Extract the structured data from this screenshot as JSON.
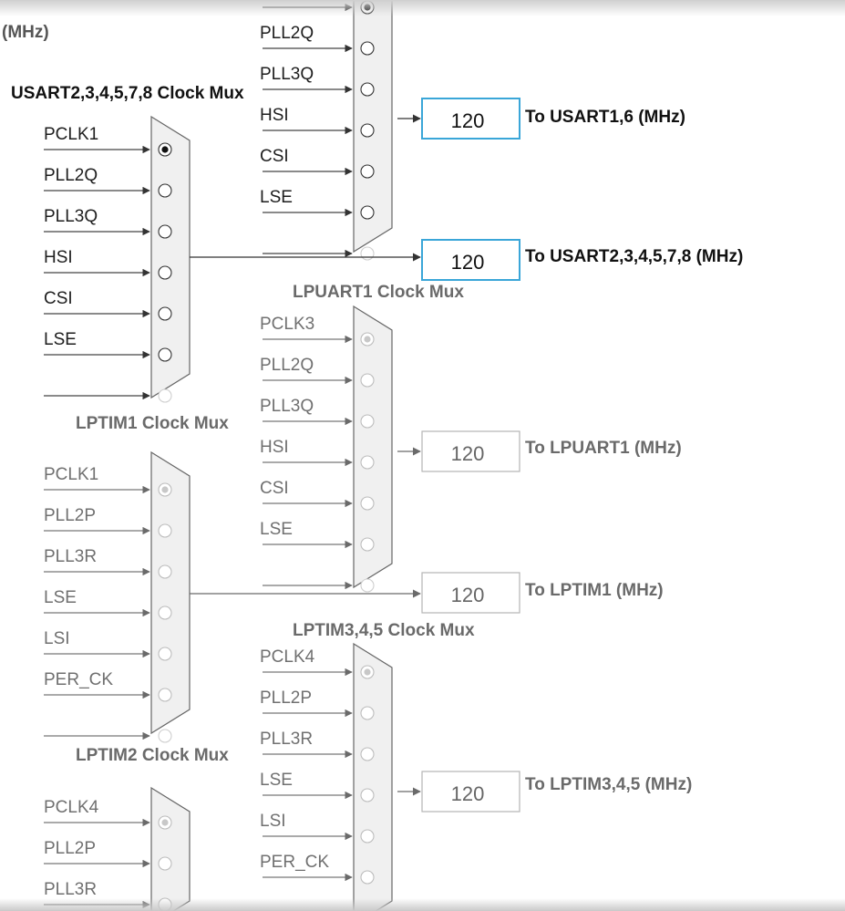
{
  "top_left_unit": "(MHz)",
  "colors": {
    "active": "#1a1a1a",
    "inactive": "#777777",
    "selected_box": "#3aa6d8",
    "mux_fill": "#f0f0f0",
    "mux_stroke": "#666666"
  },
  "muxes": [
    {
      "id": "usart16",
      "title": "",
      "active": true,
      "inputs": [
        "",
        "PLL2Q",
        "PLL3Q",
        "HSI",
        "CSI",
        "LSE"
      ],
      "selected": 0,
      "output": {
        "value": "120",
        "label": "To USART1,6 (MHz)",
        "selected": true
      }
    },
    {
      "id": "usart234578",
      "title": "USART2,3,4,5,7,8 Clock Mux",
      "active": true,
      "inputs": [
        "PCLK1",
        "PLL2Q",
        "PLL3Q",
        "HSI",
        "CSI",
        "LSE"
      ],
      "selected": 0,
      "output": {
        "value": "120",
        "label": "To USART2,3,4,5,7,8 (MHz)",
        "selected": true
      }
    },
    {
      "id": "lpuart1",
      "title": "LPUART1 Clock Mux",
      "active": false,
      "inputs": [
        "PCLK3",
        "PLL2Q",
        "PLL3Q",
        "HSI",
        "CSI",
        "LSE"
      ],
      "selected": 0,
      "output": {
        "value": "120",
        "label": "To LPUART1 (MHz)",
        "selected": false
      }
    },
    {
      "id": "lptim1",
      "title": "LPTIM1 Clock Mux",
      "active": false,
      "inputs": [
        "PCLK1",
        "PLL2P",
        "PLL3R",
        "LSE",
        "LSI",
        "PER_CK"
      ],
      "selected": 0,
      "output": {
        "value": "120",
        "label": "To LPTIM1 (MHz)",
        "selected": false
      }
    },
    {
      "id": "lptim345",
      "title": "LPTIM3,4,5 Clock Mux",
      "active": false,
      "inputs": [
        "PCLK4",
        "PLL2P",
        "PLL3R",
        "LSE",
        "LSI",
        "PER_CK"
      ],
      "selected": 0,
      "output": {
        "value": "120",
        "label": "To LPTIM3,4,5 (MHz)",
        "selected": false
      }
    },
    {
      "id": "lptim2",
      "title": "LPTIM2 Clock Mux",
      "active": false,
      "inputs": [
        "PCLK4",
        "PLL2P",
        "PLL3R"
      ],
      "selected": 0,
      "output": null
    }
  ]
}
